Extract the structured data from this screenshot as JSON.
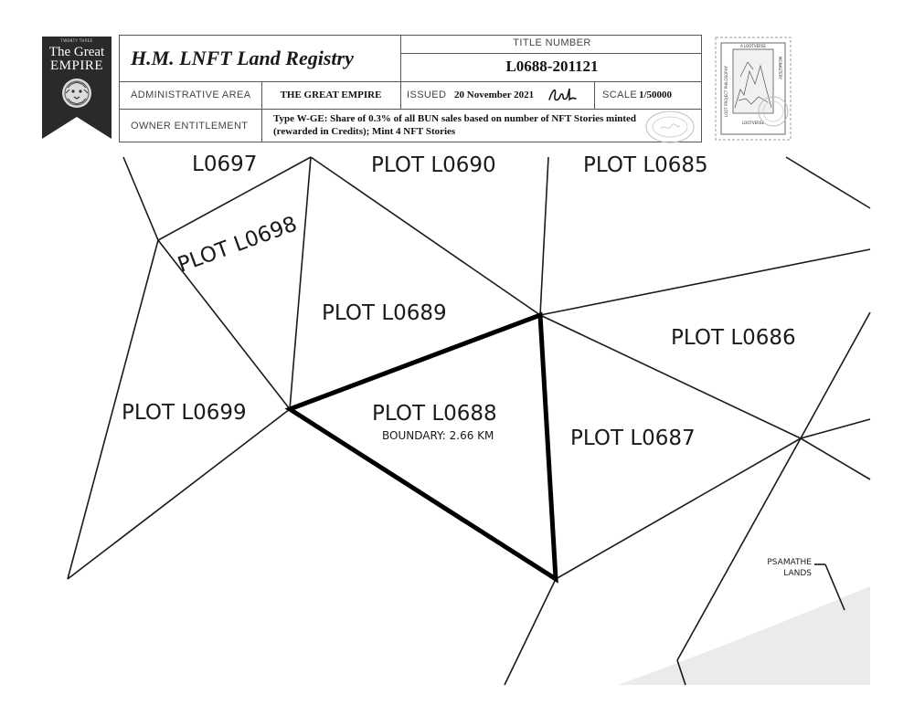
{
  "banner": {
    "small_text": "TWENTY THREE",
    "line1": "The Great",
    "line2": "EMPIRE",
    "crest_icon": "lion-crest-icon"
  },
  "registry": {
    "title": "H.M. LNFT Land Registry",
    "title_number_label": "TITLE NUMBER",
    "title_number": "L0688-201121",
    "admin_area_label": "ADMINISTRATIVE AREA",
    "admin_area": "THE GREAT EMPIRE",
    "issued_label": "ISSUED",
    "issued_date": "20 November 2021",
    "scale_label": "SCALE",
    "scale": "1/50000",
    "owner_label": "OWNER ENTITLEMENT",
    "owner_text": "Type W-GE: Share of 0.3% of all BUN sales based on number of NFT Stories minted (rewarded in Credits); Mint 4 NFT Stories"
  },
  "stamp": {
    "top_text": "A LOOTVERSE",
    "side_left": "LOOT PROJECT PHILOSOPHY",
    "side_right": "MONASTERY",
    "bottom_text": "LOOTVERSE",
    "seal_icon": "postmark-seal-icon",
    "signature_icon": "signature-icon"
  },
  "map": {
    "plots": {
      "l0697": "L0697",
      "l0690": "PLOT L0690",
      "l0685": "PLOT L0685",
      "l0698": "PLOT L0698",
      "l0689": "PLOT L0689",
      "l0686": "PLOT L0686",
      "l0699": "PLOT L0699",
      "l0688": "PLOT L0688",
      "l0687": "PLOT L0687"
    },
    "boundary": "BOUNDARY: 2.66 KM",
    "psamathe_line1": "PSAMATHE",
    "psamathe_line2": "LANDS"
  },
  "colors": {
    "ink": "#1a1a1a",
    "banner": "#2a2a2a",
    "land_shade": "#ebebeb"
  }
}
